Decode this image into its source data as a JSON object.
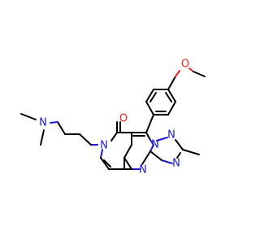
{
  "molecule": {
    "atoms": {
      "o_methoxy": "O",
      "o_carbonyl": "O",
      "n_dimethyl": "N",
      "n_pyridone": "N",
      "n_bridge": "N",
      "n_triazole_top": "N",
      "n_triazole_bottom": "N",
      "n_pyrimidine": "N"
    },
    "colors": {
      "carbon": "#000000",
      "nitrogen": "#1b1bd6",
      "oxygen": "#e8231f",
      "background": "#ffffff"
    }
  }
}
